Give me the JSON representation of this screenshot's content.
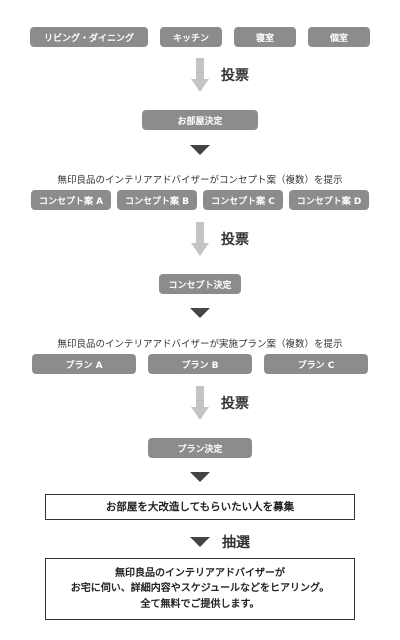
{
  "rooms": [
    "リビング・ダイニング",
    "キッチン",
    "寝室",
    "個室"
  ],
  "vote_label": "投票",
  "room_decision": "お部屋決定",
  "concept_caption": "無印良品のインテリアアドバイザーがコンセプト案（複数）を提示",
  "concepts": [
    "コンセプト案 A",
    "コンセプト案 B",
    "コンセプト案 C",
    "コンセプト案 D"
  ],
  "concept_decision": "コンセプト決定",
  "plan_caption": "無印良品のインテリアアドバイザーが実施プラン案（複数）を提示",
  "plans": [
    "プラン A",
    "プラン B",
    "プラン C"
  ],
  "plan_decision": "プラン決定",
  "recruit": "お部屋を大改造してもらいたい人を募集",
  "lottery_label": "抽選",
  "final_lines": [
    "無印良品のインテリアアドバイザーが",
    "お宅に伺い、詳細内容やスケジュールなどをヒアリング。",
    "全て無料でご提供します。"
  ]
}
